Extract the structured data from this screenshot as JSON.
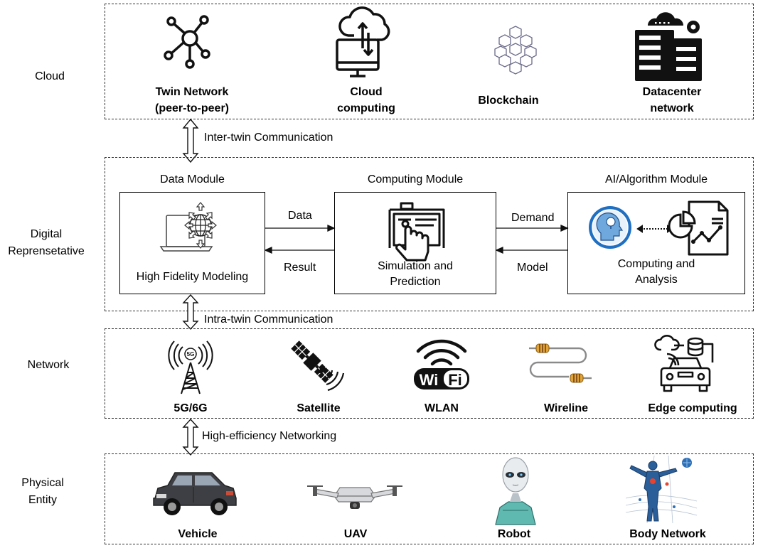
{
  "layers": {
    "cloud": "Cloud",
    "digital": "Digital Reprensetative",
    "network": "Network",
    "physical": "Physical Entity"
  },
  "cloud_items": [
    {
      "label": "Twin Network (peer-to-peer)",
      "icon": "network-nodes-icon"
    },
    {
      "label": "Cloud computing",
      "icon": "cloud-computer-icon"
    },
    {
      "label": "Blockchain",
      "icon": "blockchain-icon"
    },
    {
      "label": "Datacenter network",
      "icon": "datacenter-icon"
    }
  ],
  "communications": {
    "inter_twin": "Inter-twin Communication",
    "intra_twin": "Intra-twin Communication",
    "high_efficiency": "High-efficiency Networking"
  },
  "modules": {
    "data": {
      "title": "Data Module",
      "caption": "High Fidelity Modeling",
      "icon": "globe-laptop-icon"
    },
    "computing": {
      "title": "Computing Module",
      "caption": "Simulation and Prediction",
      "icon": "touch-simulation-icon"
    },
    "ai": {
      "title": "AI/Algorithm Module",
      "caption": "Computing and Analysis",
      "icon": "ai-head-report-icon"
    }
  },
  "flows": {
    "data": "Data",
    "result": "Result",
    "demand": "Demand",
    "model": "Model"
  },
  "network_items": [
    {
      "label": "5G/6G",
      "icon": "antenna-5g-icon"
    },
    {
      "label": "Satellite",
      "icon": "satellite-icon"
    },
    {
      "label": "WLAN",
      "icon": "wifi-icon"
    },
    {
      "label": "Wireline",
      "icon": "cable-icon"
    },
    {
      "label": "Edge computing",
      "icon": "edge-car-icon"
    }
  ],
  "physical_items": [
    {
      "label": "Vehicle",
      "icon": "suv-icon"
    },
    {
      "label": "UAV",
      "icon": "drone-icon"
    },
    {
      "label": "Robot",
      "icon": "robot-icon"
    },
    {
      "label": "Body Network",
      "icon": "body-network-icon"
    }
  ]
}
